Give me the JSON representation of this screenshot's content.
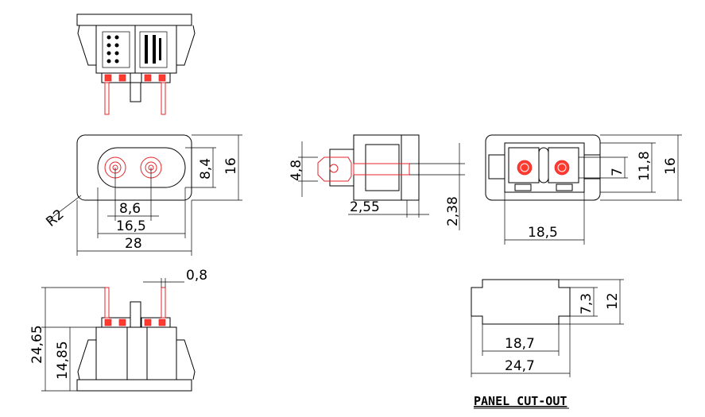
{
  "diagram": {
    "dimensions": {
      "left_height_total": "24,65",
      "left_height_lower": "14,85",
      "pin_thickness": "0,8",
      "front_radius": "R2",
      "front_hole_pitch": "8,6",
      "front_width_inner": "16,5",
      "front_width": "28",
      "front_height_inner": "8,4",
      "front_height": "16",
      "side_height": "4,8",
      "side_offset": "2,55",
      "side_thickness": "2,38",
      "rear_width": "18,5",
      "rear_height_inner": "7",
      "rear_height_mid": "11,8",
      "rear_height": "16",
      "cutout_width_inner": "18,7",
      "cutout_width": "24,7",
      "cutout_height_inner": "7,3",
      "cutout_height": "12"
    },
    "labels": {
      "panel_cutout": "PANEL CUT-OUT"
    }
  }
}
